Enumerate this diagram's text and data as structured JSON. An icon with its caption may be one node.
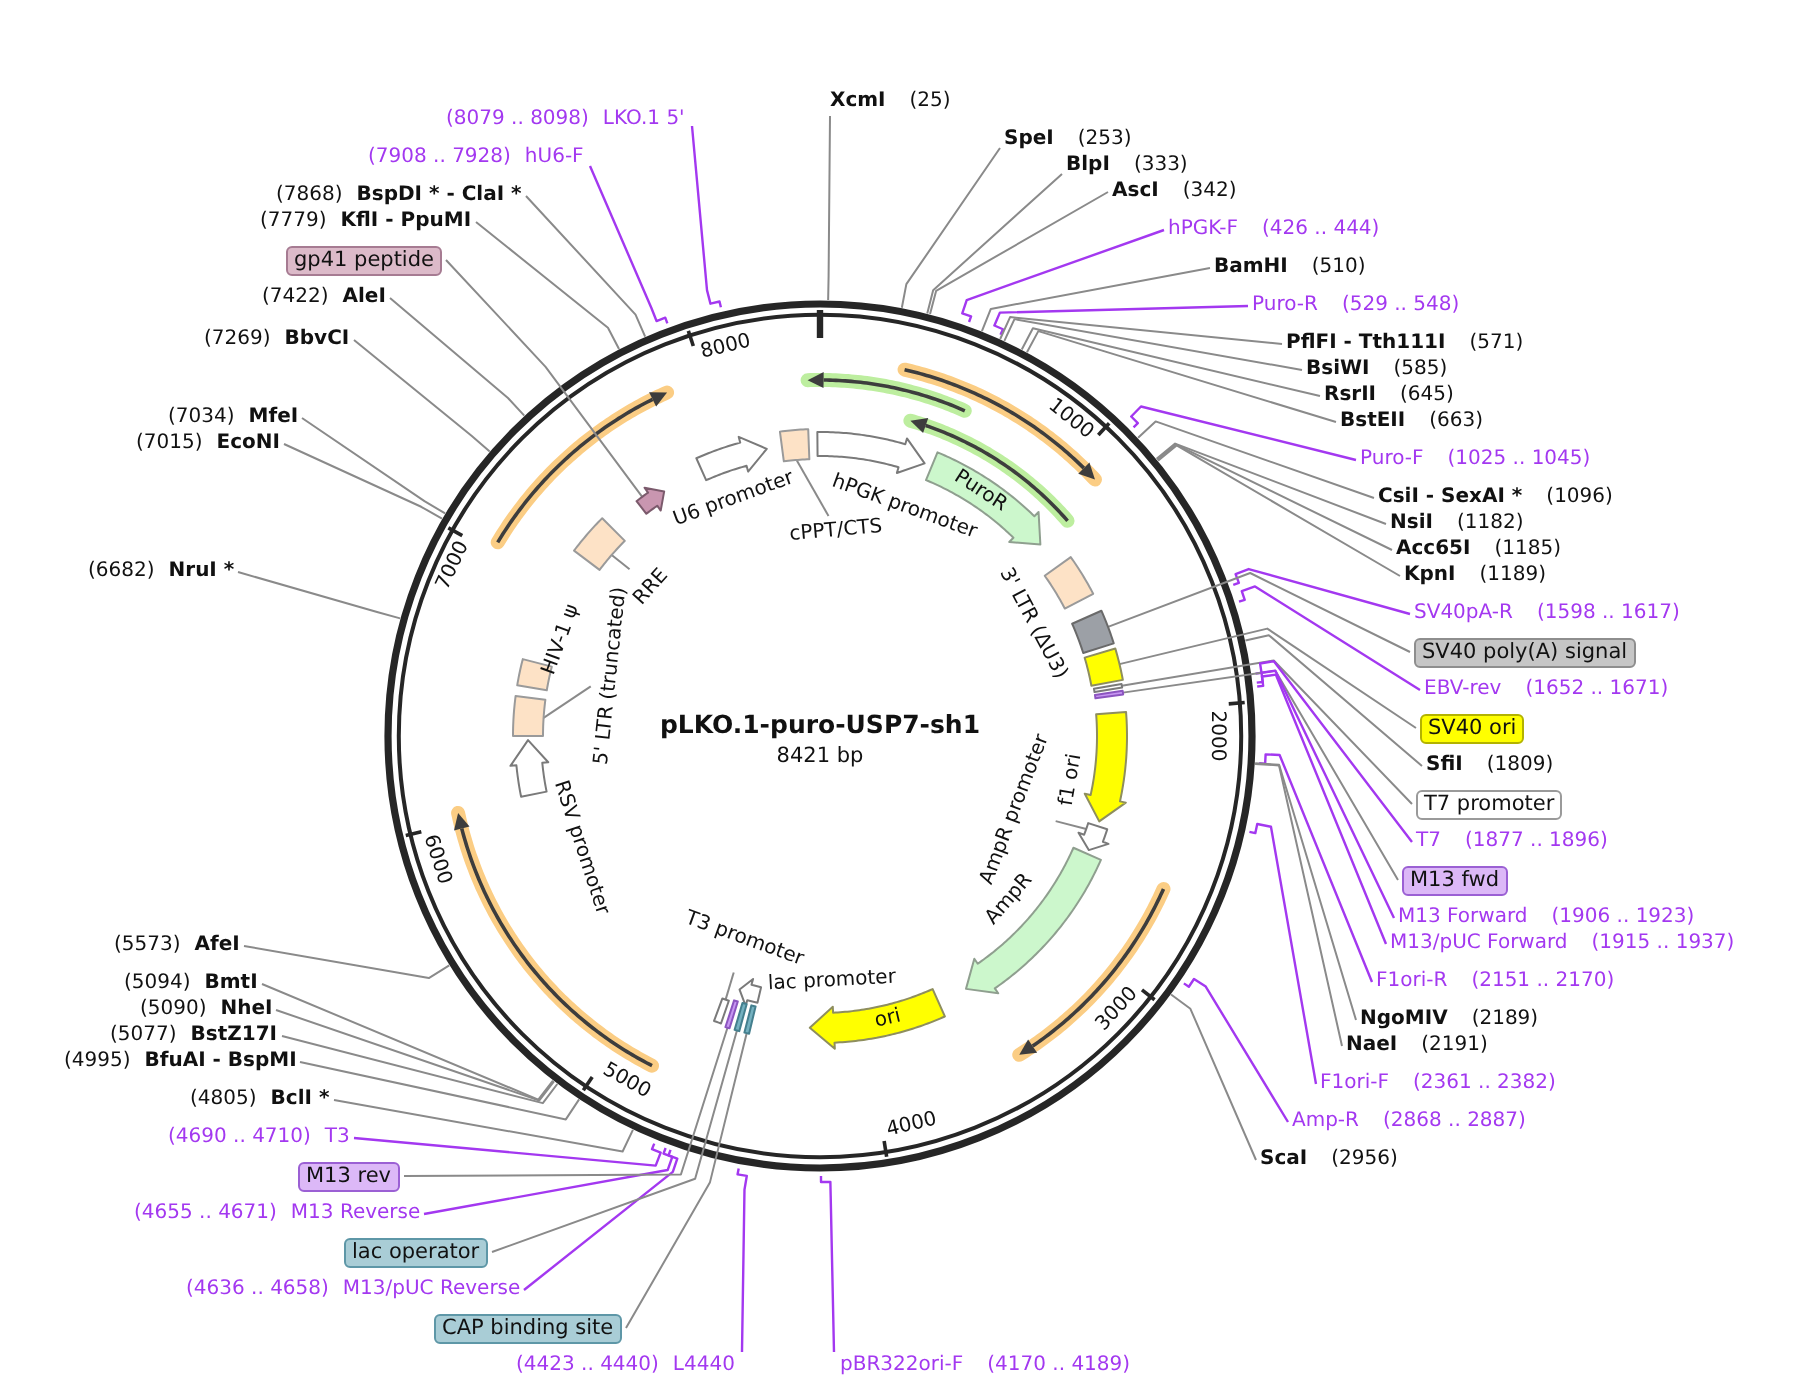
{
  "diagram": {
    "title": "pLKO.1-puro-USP7-sh1",
    "nodes": [
      {
        "text": [
          "XcmI",
          "(25)"
        ]
      },
      {
        "text": [
          "SpeI",
          "(253)"
        ]
      },
      {
        "text": [
          "BlpI",
          "(333)"
        ]
      },
      {
        "text": [
          "AscI",
          "(342)"
        ]
      },
      {
        "text": [
          "hPGK-F",
          "(426 .. 444)"
        ]
      },
      {
        "text": [
          "BamHI",
          "(510)"
        ]
      },
      {
        "text": [
          "Puro-R",
          "(529 .. 548)"
        ]
      },
      {
        "text": [
          "PflFI - Tth111I",
          "(571)"
        ]
      },
      {
        "text": [
          "BsiWI",
          "(585)"
        ]
      },
      {
        "text": [
          "RsrII",
          "(645)"
        ]
      },
      {
        "text": [
          "BstEII",
          "(663)"
        ]
      },
      {
        "text": [
          "Puro-F",
          "(1025 .. 1045)"
        ]
      },
      {
        "text": [
          "CsiI - SexAI *",
          "(1096)"
        ]
      },
      {
        "text": [
          "NsiI",
          "(1182)"
        ]
      },
      {
        "text": [
          "Acc65I",
          "(1185)"
        ]
      },
      {
        "text": [
          "KpnI",
          "(1189)"
        ]
      },
      {
        "text": [
          "SV40pA-R",
          "(1598 .. 1617)"
        ]
      },
      {
        "text": [
          "SV40 poly(A) signal"
        ]
      },
      {
        "text": [
          "EBV-rev",
          "(1652 .. 1671)"
        ]
      },
      {
        "text": [
          "SV40 ori"
        ]
      },
      {
        "text": [
          "SfiI",
          "(1809)"
        ]
      },
      {
        "text": [
          "T7 promoter"
        ]
      },
      {
        "text": [
          "T7",
          "(1877 .. 1896)"
        ]
      },
      {
        "text": [
          "M13 fwd"
        ]
      },
      {
        "text": [
          "M13 Forward",
          "(1906 .. 1923)"
        ]
      },
      {
        "text": [
          "M13/pUC Forward",
          "(1915 .. 1937)"
        ]
      },
      {
        "text": [
          "F1ori-R",
          "(2151 .. 2170)"
        ]
      },
      {
        "text": [
          "NgoMIV",
          "(2189)"
        ]
      },
      {
        "text": [
          "NaeI",
          "(2191)"
        ]
      },
      {
        "text": [
          "F1ori-F",
          "(2361 .. 2382)"
        ]
      },
      {
        "text": [
          "Amp-R",
          "(2868 .. 2887)"
        ]
      },
      {
        "text": [
          "ScaI",
          "(2956)"
        ]
      },
      {
        "text": [
          "pBR322ori-F",
          "(4170 .. 4189)"
        ]
      },
      {
        "text": [
          "(4423 .. 4440)",
          "L4440"
        ]
      },
      {
        "text": [
          "CAP binding site"
        ]
      },
      {
        "text": [
          "(4636 .. 4658)",
          "M13/pUC Reverse"
        ]
      },
      {
        "text": [
          "lac operator"
        ]
      },
      {
        "text": [
          "(4655 .. 4671)",
          "M13 Reverse"
        ]
      },
      {
        "text": [
          "M13 rev"
        ]
      },
      {
        "text": [
          "(4690 .. 4710)",
          "T3"
        ]
      },
      {
        "text": [
          "(4805)",
          "BclI *"
        ]
      },
      {
        "text": [
          "(4995)",
          "BfuAI - BspMI"
        ]
      },
      {
        "text": [
          "(5077)",
          "BstZ17I"
        ]
      },
      {
        "text": [
          "(5090)",
          "NheI"
        ]
      },
      {
        "text": [
          "(5094)",
          "BmtI"
        ]
      },
      {
        "text": [
          "(5573)",
          "AfeI"
        ]
      },
      {
        "text": [
          "(6682)",
          "NruI *"
        ]
      },
      {
        "text": [
          "(7015)",
          "EcoNI"
        ]
      },
      {
        "text": [
          "(7034)",
          "MfeI"
        ]
      },
      {
        "text": [
          "(7269)",
          "BbvCI"
        ]
      },
      {
        "text": [
          "(7422)",
          "AleI"
        ]
      },
      {
        "text": [
          "gp41 peptide"
        ]
      },
      {
        "text": [
          "(7779)",
          "KflI - PpuMI"
        ]
      },
      {
        "text": [
          "(7868)",
          "BspDI * - ClaI *"
        ]
      },
      {
        "text": [
          "(7908 .. 7928)",
          "hU6-F"
        ]
      },
      {
        "text": [
          "(8079 .. 8098)",
          "LKO.1 5'"
        ]
      },
      {
        "text": [],
        "shape": "arrow",
        "beside": [
          "hPGK promoter"
        ]
      },
      {
        "text": [
          "PuroR"
        ]
      },
      {
        "text": [],
        "shape": "box",
        "beside": [
          "3' LTR (ΔU3)"
        ]
      },
      {
        "text": [],
        "shape": "box"
      },
      {
        "text": [],
        "shape": "box"
      },
      {
        "text": [],
        "shape": "bar"
      },
      {
        "text": [],
        "shape": "bar"
      },
      {
        "text": [],
        "shape": "arrow",
        "beside": [
          "f1 ori"
        ]
      },
      {
        "text": [],
        "shape": "arrow"
      },
      {
        "text": [
          "AmpR promoter"
        ]
      },
      {
        "text": [],
        "shape": "arrow",
        "beside": [
          "AmpR"
        ]
      },
      {
        "text": [
          "ori"
        ]
      },
      {
        "text": [],
        "shape": "bar"
      },
      {
        "text": [],
        "shape": "arrow",
        "beside": [
          "lac promoter"
        ]
      },
      {
        "text": [],
        "shape": "bar"
      },
      {
        "text": [],
        "shape": "bar"
      },
      {
        "text": [],
        "shape": "bar"
      },
      {
        "text": [
          "T3 promoter"
        ]
      },
      {
        "text": [],
        "shape": "arrow",
        "beside": [
          "RSV promoter"
        ]
      },
      {
        "text": [],
        "shape": "box"
      },
      {
        "text": [
          "5' LTR (truncated)"
        ]
      },
      {
        "text": [],
        "shape": "box",
        "beside": [
          "HIV-1 ψ"
        ]
      },
      {
        "text": [],
        "shape": "box"
      },
      {
        "text": [
          "RRE"
        ]
      },
      {
        "text": [],
        "shape": "arrow"
      },
      {
        "text": [],
        "shape": "arrow",
        "beside": [
          "U6 promoter"
        ]
      },
      {
        "text": [],
        "shape": "box"
      },
      {
        "text": [
          "cPPT/CTS"
        ]
      }
    ],
    "edges": [
      {
        "from": 0,
        "to": null,
        "arrow": "none"
      },
      {
        "from": 1,
        "to": null,
        "arrow": "none"
      },
      {
        "from": 2,
        "to": null,
        "arrow": "none"
      },
      {
        "from": 3,
        "to": null,
        "arrow": "none"
      },
      {
        "from": 4,
        "to": null,
        "arrow": "none",
        "color": "#a338f0"
      },
      {
        "from": 5,
        "to": null,
        "arrow": "none"
      },
      {
        "from": 6,
        "to": null,
        "arrow": "none",
        "color": "#a338f0"
      },
      {
        "from": 7,
        "to": null,
        "arrow": "none"
      },
      {
        "from": 8,
        "to": null,
        "arrow": "none"
      },
      {
        "from": 9,
        "to": null,
        "arrow": "none"
      },
      {
        "from": 10,
        "to": null,
        "arrow": "none"
      },
      {
        "from": 11,
        "to": null,
        "arrow": "none",
        "color": "#a338f0"
      },
      {
        "from": 12,
        "to": null,
        "arrow": "none"
      },
      {
        "from": 13,
        "to": null,
        "arrow": "none"
      },
      {
        "from": 14,
        "to": null,
        "arrow": "none"
      },
      {
        "from": 15,
        "to": null,
        "arrow": "none"
      },
      {
        "from": 16,
        "to": null,
        "arrow": "none",
        "color": "#a338f0"
      },
      {
        "from": 17,
        "to": 59,
        "arrow": "none"
      },
      {
        "from": 18,
        "to": null,
        "arrow": "none",
        "color": "#a338f0"
      },
      {
        "from": 19,
        "to": 60,
        "arrow": "none"
      },
      {
        "from": 20,
        "to": null,
        "arrow": "none"
      },
      {
        "from": 21,
        "to": 61,
        "arrow": "none"
      },
      {
        "from": 22,
        "to": null,
        "arrow": "none",
        "color": "#a338f0"
      },
      {
        "from": 23,
        "to": 62,
        "arrow": "none"
      },
      {
        "from": 24,
        "to": null,
        "arrow": "none",
        "color": "#a338f0"
      },
      {
        "from": 25,
        "to": null,
        "arrow": "none",
        "color": "#a338f0"
      },
      {
        "from": 26,
        "to": null,
        "arrow": "none",
        "color": "#a338f0"
      },
      {
        "from": 27,
        "to": null,
        "arrow": "none"
      },
      {
        "from": 28,
        "to": null,
        "arrow": "none"
      },
      {
        "from": 29,
        "to": null,
        "arrow": "none",
        "color": "#a338f0"
      },
      {
        "from": 30,
        "to": null,
        "arrow": "none",
        "color": "#a338f0"
      },
      {
        "from": 31,
        "to": null,
        "arrow": "none"
      },
      {
        "from": 32,
        "to": null,
        "arrow": "none",
        "color": "#a338f0"
      },
      {
        "from": 33,
        "to": null,
        "arrow": "none",
        "color": "#a338f0"
      },
      {
        "from": 34,
        "to": 68,
        "arrow": "none"
      },
      {
        "from": 35,
        "to": null,
        "arrow": "none",
        "color": "#a338f0"
      },
      {
        "from": 36,
        "to": 70,
        "arrow": "none"
      },
      {
        "from": 37,
        "to": null,
        "arrow": "none",
        "color": "#a338f0"
      },
      {
        "from": 38,
        "to": 71,
        "arrow": "none"
      },
      {
        "from": 39,
        "to": null,
        "arrow": "none",
        "color": "#a338f0"
      },
      {
        "from": 40,
        "to": null,
        "arrow": "none"
      },
      {
        "from": 41,
        "to": null,
        "arrow": "none"
      },
      {
        "from": 42,
        "to": null,
        "arrow": "none"
      },
      {
        "from": 43,
        "to": null,
        "arrow": "none"
      },
      {
        "from": 44,
        "to": null,
        "arrow": "none"
      },
      {
        "from": 45,
        "to": null,
        "arrow": "none"
      },
      {
        "from": 46,
        "to": null,
        "arrow": "none"
      },
      {
        "from": 47,
        "to": null,
        "arrow": "none"
      },
      {
        "from": 48,
        "to": null,
        "arrow": "none"
      },
      {
        "from": 49,
        "to": null,
        "arrow": "none"
      },
      {
        "from": 50,
        "to": null,
        "arrow": "none"
      },
      {
        "from": 51,
        "to": 80,
        "arrow": "none"
      },
      {
        "from": 52,
        "to": null,
        "arrow": "none"
      },
      {
        "from": 53,
        "to": null,
        "arrow": "none"
      },
      {
        "from": 54,
        "to": null,
        "arrow": "none",
        "color": "#a338f0"
      },
      {
        "from": 55,
        "to": null,
        "arrow": "none",
        "color": "#a338f0"
      },
      {
        "from": 65,
        "to": 64,
        "arrow": "none"
      },
      {
        "from": 73,
        "to": 72,
        "arrow": "none"
      },
      {
        "from": 76,
        "to": 75,
        "arrow": "none"
      },
      {
        "from": 79,
        "to": 78,
        "arrow": "none"
      },
      {
        "from": 83,
        "to": 82,
        "arrow": "none"
      }
    ],
    "labels": [
      "8421 bp",
      "1000",
      "2000",
      "3000",
      "4000",
      "5000",
      "6000",
      "7000",
      "8000"
    ]
  }
}
